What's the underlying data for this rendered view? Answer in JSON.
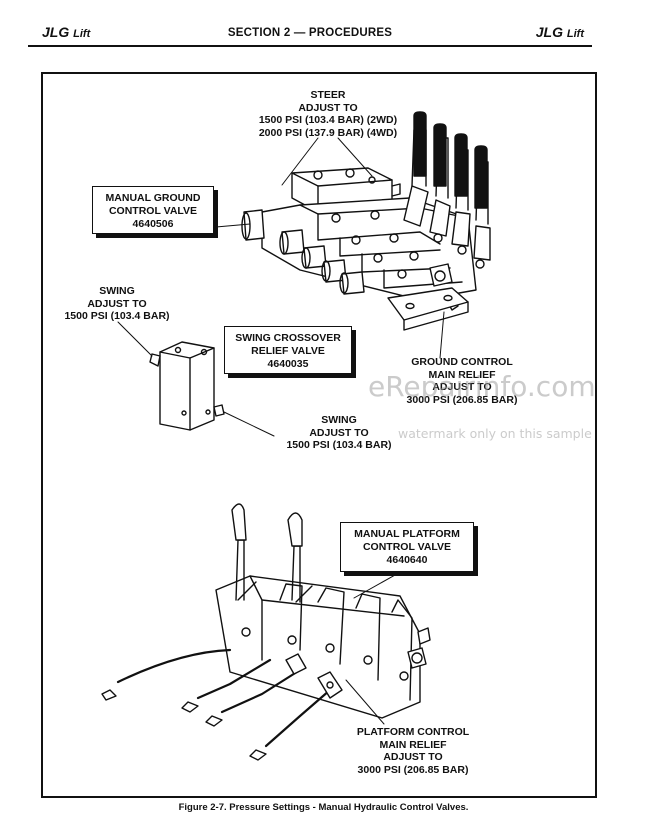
{
  "header": {
    "brand_left": "JLG",
    "brand_left_suffix": "Lift",
    "section_title": "SECTION 2 — PROCEDURES",
    "brand_right": "JLG",
    "brand_right_suffix": "Lift"
  },
  "labels": {
    "steer": [
      "STEER",
      "ADJUST TO",
      "1500 PSI (103.4 BAR) (2WD)",
      "2000 PSI (137.9 BAR) (4WD)"
    ],
    "manual_ground": [
      "MANUAL GROUND",
      "CONTROL VALVE",
      "4640506"
    ],
    "swing_left": [
      "SWING",
      "ADJUST TO",
      "1500 PSI (103.4 BAR)"
    ],
    "swing_crossover": [
      "SWING CROSSOVER",
      "RELIEF VALVE",
      "4640035"
    ],
    "ground_relief": [
      "GROUND CONTROL",
      "MAIN RELIEF",
      "ADJUST TO",
      "3000 PSI (206.85 BAR)"
    ],
    "swing_right": [
      "SWING",
      "ADJUST TO",
      "1500 PSI (103.4 BAR)"
    ],
    "manual_platform": [
      "MANUAL PLATFORM",
      "CONTROL VALVE",
      "4640640"
    ],
    "platform_relief": [
      "PLATFORM CONTROL",
      "MAIN RELIEF",
      "ADJUST TO",
      "3000 PSI (206.85 BAR)"
    ]
  },
  "watermark": {
    "main": "eRepairinfo.com",
    "sub": "watermark only on this sample"
  },
  "caption": "Figure 2-7. Pressure Settings - Manual Hydraulic Control Valves."
}
